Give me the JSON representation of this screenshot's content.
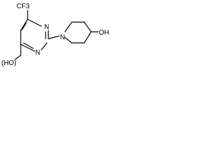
{
  "molecule": {
    "labels": {
      "cf3": "CF3",
      "ring_n_top": "N",
      "ring_n_bottom": "N",
      "piperidine_n": "N",
      "oh": "OH",
      "hydroxymethyl": "(HO)"
    },
    "colors": {
      "bond": "#000000",
      "text": "#000000",
      "background": "#ffffff"
    }
  }
}
